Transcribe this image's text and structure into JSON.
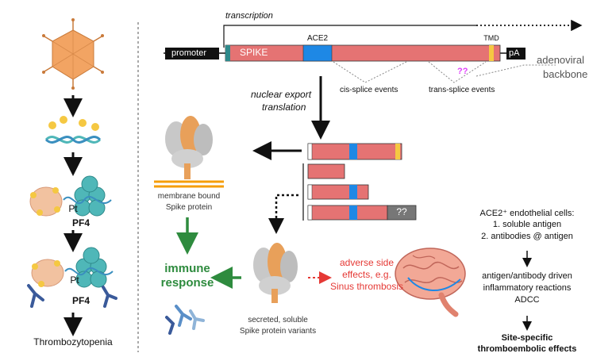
{
  "left_panel": {
    "pf4_label_1": "PF4",
    "pf4_label_2": "PF4",
    "pt_label_1": "Pt",
    "pt_label_2": "Pt",
    "outcome": "Thrombozytopenia"
  },
  "construct": {
    "transcription": "transcription",
    "promoter": "promoter",
    "spike": "SPIKE",
    "ace2": "ACE2",
    "tmd": "TMD",
    "pa": "pA",
    "backbone_1": "adenoviral",
    "backbone_2": "backbone",
    "cis_splice": "cis-splice events",
    "trans_splice": "trans-splice events",
    "unknown": "??"
  },
  "process": {
    "nuclear_export": "nuclear export",
    "translation": "translation",
    "variant_unknown": "??"
  },
  "membrane": {
    "line1": "membrane bound",
    "line2": "Spike protein"
  },
  "immune": {
    "line1": "immune",
    "line2": "response"
  },
  "secreted": {
    "line1": "secreted, soluble",
    "line2": "Spike protein variants"
  },
  "adverse": {
    "line1": "adverse side",
    "line2": "effects, e.g.",
    "line3": "Sinus thrombosis"
  },
  "endothelial": {
    "title": "ACE2⁺ endothelial cells:",
    "item1": "1. soluble antigen",
    "item2": "2. antibodies @ antigen",
    "reaction1": "antigen/antibody driven",
    "reaction2": "inflammatory reactions",
    "reaction3": "ADCC",
    "effect1": "Site-specific",
    "effect2": "thromboembolic effects"
  },
  "colors": {
    "spike": "#e57373",
    "ace2": "#1e88e5",
    "tmd": "#f5c842",
    "immune": "#2e8b3e",
    "adverse": "#e53935",
    "pf4": "#4fb7b8",
    "virus": "#f2a463",
    "question": "#e040fb"
  }
}
